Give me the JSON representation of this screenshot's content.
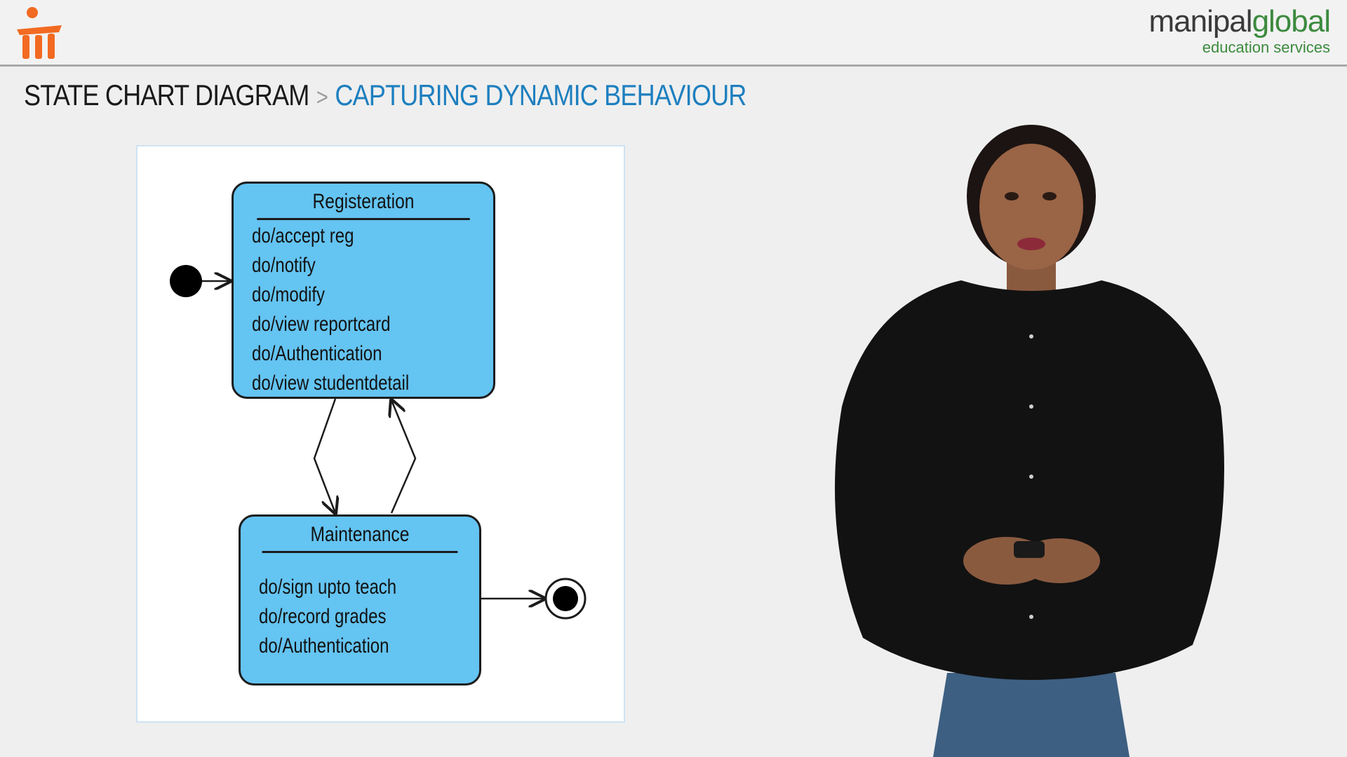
{
  "header": {
    "brand_main_1": "manipal",
    "brand_main_2": "global",
    "brand_sub": "education services",
    "logo_icon": "manipal-m-logo",
    "colors": {
      "brand_green": "#3c8a3e",
      "logo_orange": "#f26a21"
    }
  },
  "title": {
    "part1": "STATE CHART DIAGRAM",
    "separator": ">",
    "part2": "CAPTURING DYNAMIC BEHAVIOUR",
    "colors": {
      "part2": "#1d7fbf"
    }
  },
  "diagram": {
    "states": [
      {
        "name": "Registeration",
        "activities": [
          "do/accept reg",
          "do/notify",
          "do/modify",
          "do/view reportcard",
          "do/Authentication",
          "do/view studentdetail"
        ]
      },
      {
        "name": "Maintenance",
        "activities": [
          "do/sign upto teach",
          "do/record grades",
          "do/Authentication"
        ]
      }
    ],
    "colors": {
      "state_fill": "#64c4f2",
      "stroke": "#1c1c1c"
    }
  }
}
